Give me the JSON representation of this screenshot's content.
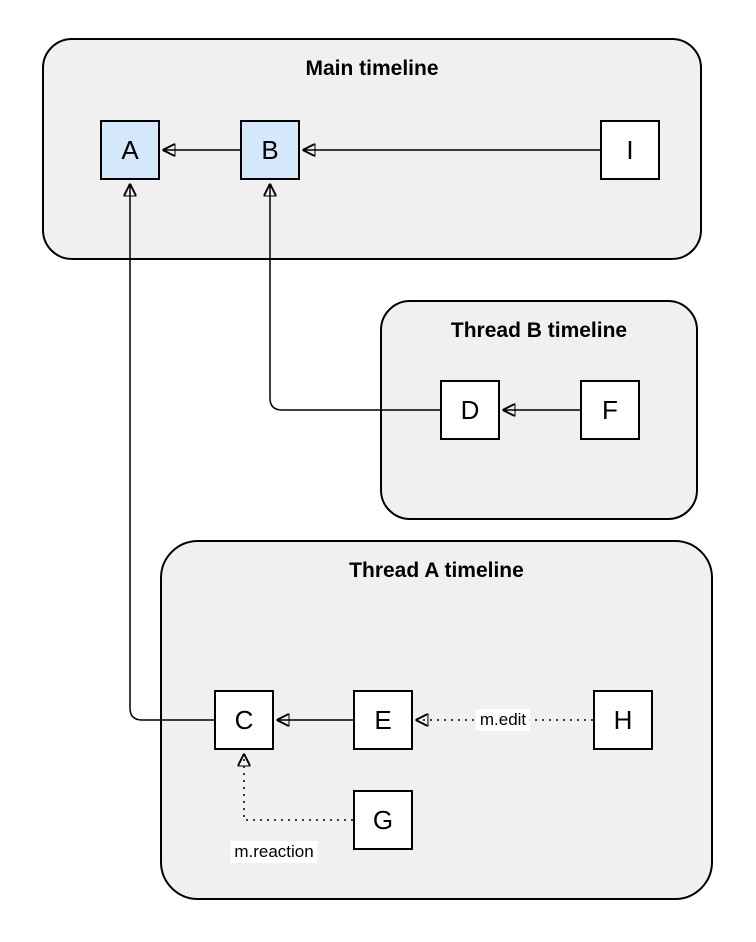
{
  "diagram": {
    "colors": {
      "bg": "#ffffff",
      "container_fill": "#f0f0f0",
      "node_fill": "#ffffff",
      "node_blue": "#d4e7fb",
      "stroke": "#000000"
    },
    "containers": {
      "main": {
        "title": "Main timeline"
      },
      "thread_b": {
        "title": "Thread B timeline"
      },
      "thread_a": {
        "title": "Thread A timeline"
      }
    },
    "nodes": {
      "A": {
        "label": "A",
        "highlighted": true
      },
      "B": {
        "label": "B",
        "highlighted": true
      },
      "I": {
        "label": "I",
        "highlighted": false
      },
      "D": {
        "label": "D",
        "highlighted": false
      },
      "F": {
        "label": "F",
        "highlighted": false
      },
      "C": {
        "label": "C",
        "highlighted": false
      },
      "E": {
        "label": "E",
        "highlighted": false
      },
      "H": {
        "label": "H",
        "highlighted": false
      },
      "G": {
        "label": "G",
        "highlighted": false
      }
    },
    "edges": [
      {
        "from": "B",
        "to": "A",
        "style": "solid",
        "label": ""
      },
      {
        "from": "I",
        "to": "B",
        "style": "solid",
        "label": ""
      },
      {
        "from": "F",
        "to": "D",
        "style": "solid",
        "label": ""
      },
      {
        "from": "D",
        "to": "B",
        "style": "solid",
        "label": ""
      },
      {
        "from": "E",
        "to": "C",
        "style": "solid",
        "label": ""
      },
      {
        "from": "C",
        "to": "A",
        "style": "solid",
        "label": ""
      },
      {
        "from": "H",
        "to": "E",
        "style": "dotted",
        "label": "m.edit"
      },
      {
        "from": "G",
        "to": "C",
        "style": "dotted",
        "label": "m.reaction"
      }
    ]
  }
}
